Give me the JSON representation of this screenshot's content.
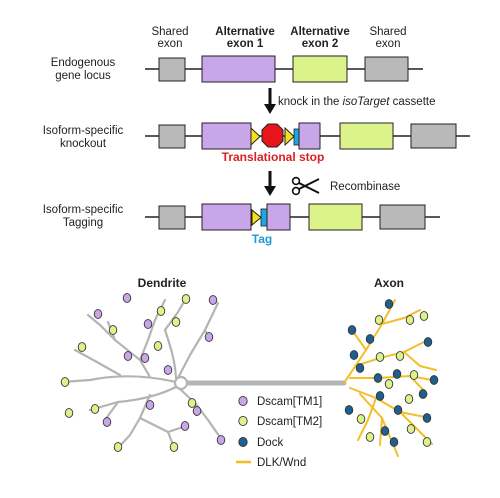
{
  "header": {
    "shared_exon_1": [
      "Shared",
      "exon"
    ],
    "alt_exon_1": [
      "Alternative",
      "exon 1"
    ],
    "alt_exon_2": [
      "Alternative",
      "exon 2"
    ],
    "shared_exon_2": [
      "Shared",
      "exon"
    ]
  },
  "rows": {
    "endogenous": [
      "Endogenous",
      "gene locus"
    ],
    "knockout": [
      "Isoform-specific",
      "knockout"
    ],
    "tagging": [
      "Isoform-specific",
      "Tagging"
    ]
  },
  "step1": {
    "prefix": "knock in the ",
    "italic": "isoTarget",
    "suffix": " cassette"
  },
  "step2": {
    "label": "Recombinase"
  },
  "annotations": {
    "stop": "Translational stop",
    "tag": "Tag"
  },
  "neuron": {
    "dendrite": "Dendrite",
    "axon": "Axon"
  },
  "legend": [
    {
      "label": "Dscam[TM1]",
      "kind": "dot",
      "color": "#c9a6e8"
    },
    {
      "label": "Dscam[TM2]",
      "kind": "dot",
      "color": "#dcf28a"
    },
    {
      "label": "Dock",
      "kind": "dot",
      "color": "#1f5f8f"
    },
    {
      "label": "DLK/Wnd",
      "kind": "line",
      "color": "#f2be2a"
    }
  ],
  "colors": {
    "shared_exon": "#b9b9b9",
    "alt_exon_1": "#c9a6e8",
    "alt_exon_2": "#dcf28a",
    "stop": "#e8141b",
    "tag": "#1ea8e0",
    "stop_text": "#d81f26",
    "tag_text": "#1f9ad6",
    "neurite": "#b4b4b4",
    "axon_branch": "#f2be2a",
    "dock": "#1f5f8f"
  }
}
